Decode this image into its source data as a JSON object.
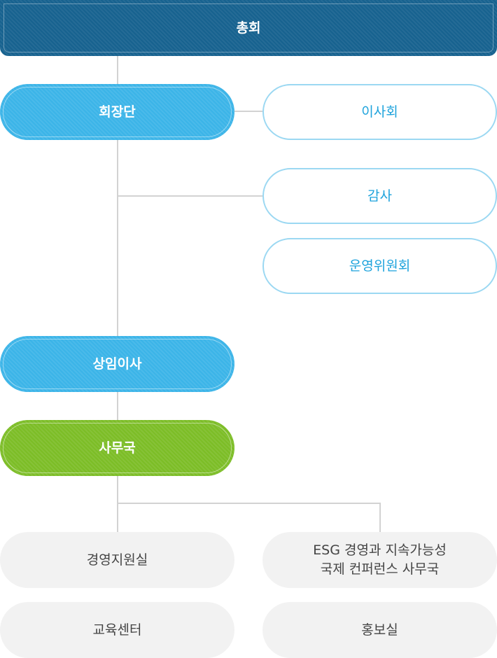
{
  "colors": {
    "top_fill": "#17628f",
    "blue_fill": "#3bb4e8",
    "green_fill": "#7cbd26",
    "outline_border": "#9bd8f2",
    "outline_text": "#1ea3dc",
    "gray_fill": "#f2f2f2",
    "connector": "#d2d2d2"
  },
  "nodes": {
    "general_assembly": "총회",
    "presidency": "회장단",
    "board": "이사회",
    "audit": "감사",
    "steering_committee": "운영위원회",
    "standing_director": "상임이사",
    "secretariat": "사무국",
    "management_support": "경영지원실",
    "esg_conference_office": "ESG 경영과 지속가능성\n국제 컨퍼런스 사무국",
    "education_center": "교육센터",
    "pr_office": "홍보실"
  }
}
